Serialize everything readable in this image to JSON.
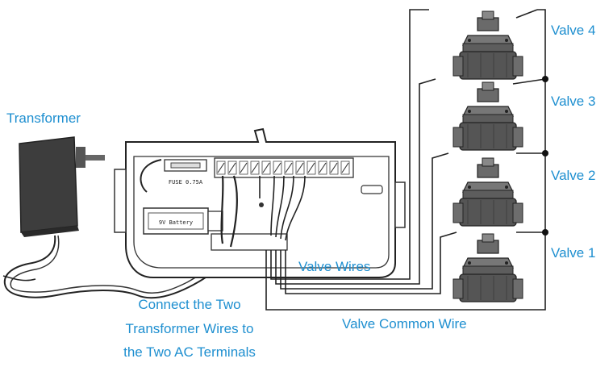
{
  "labels": {
    "transformer": "Transformer",
    "valve_4": "Valve 4",
    "valve_3": "Valve 3",
    "valve_2": "Valve 2",
    "valve_1": "Valve 1",
    "valve_wires": "Valve Wires",
    "valve_common_wire": "Valve Common Wire",
    "connect_line_1": "Connect the Two",
    "connect_line_2": "Transformer Wires to",
    "connect_line_3": "the Two AC Terminals"
  },
  "controller": {
    "fuse_label": "FUSE 0.75A",
    "battery_label": "9V Battery"
  },
  "colors": {
    "label_text": "#1e8fd0",
    "line": "#222222",
    "valve_body": "#555555",
    "transformer_body": "#3d3d3d"
  }
}
